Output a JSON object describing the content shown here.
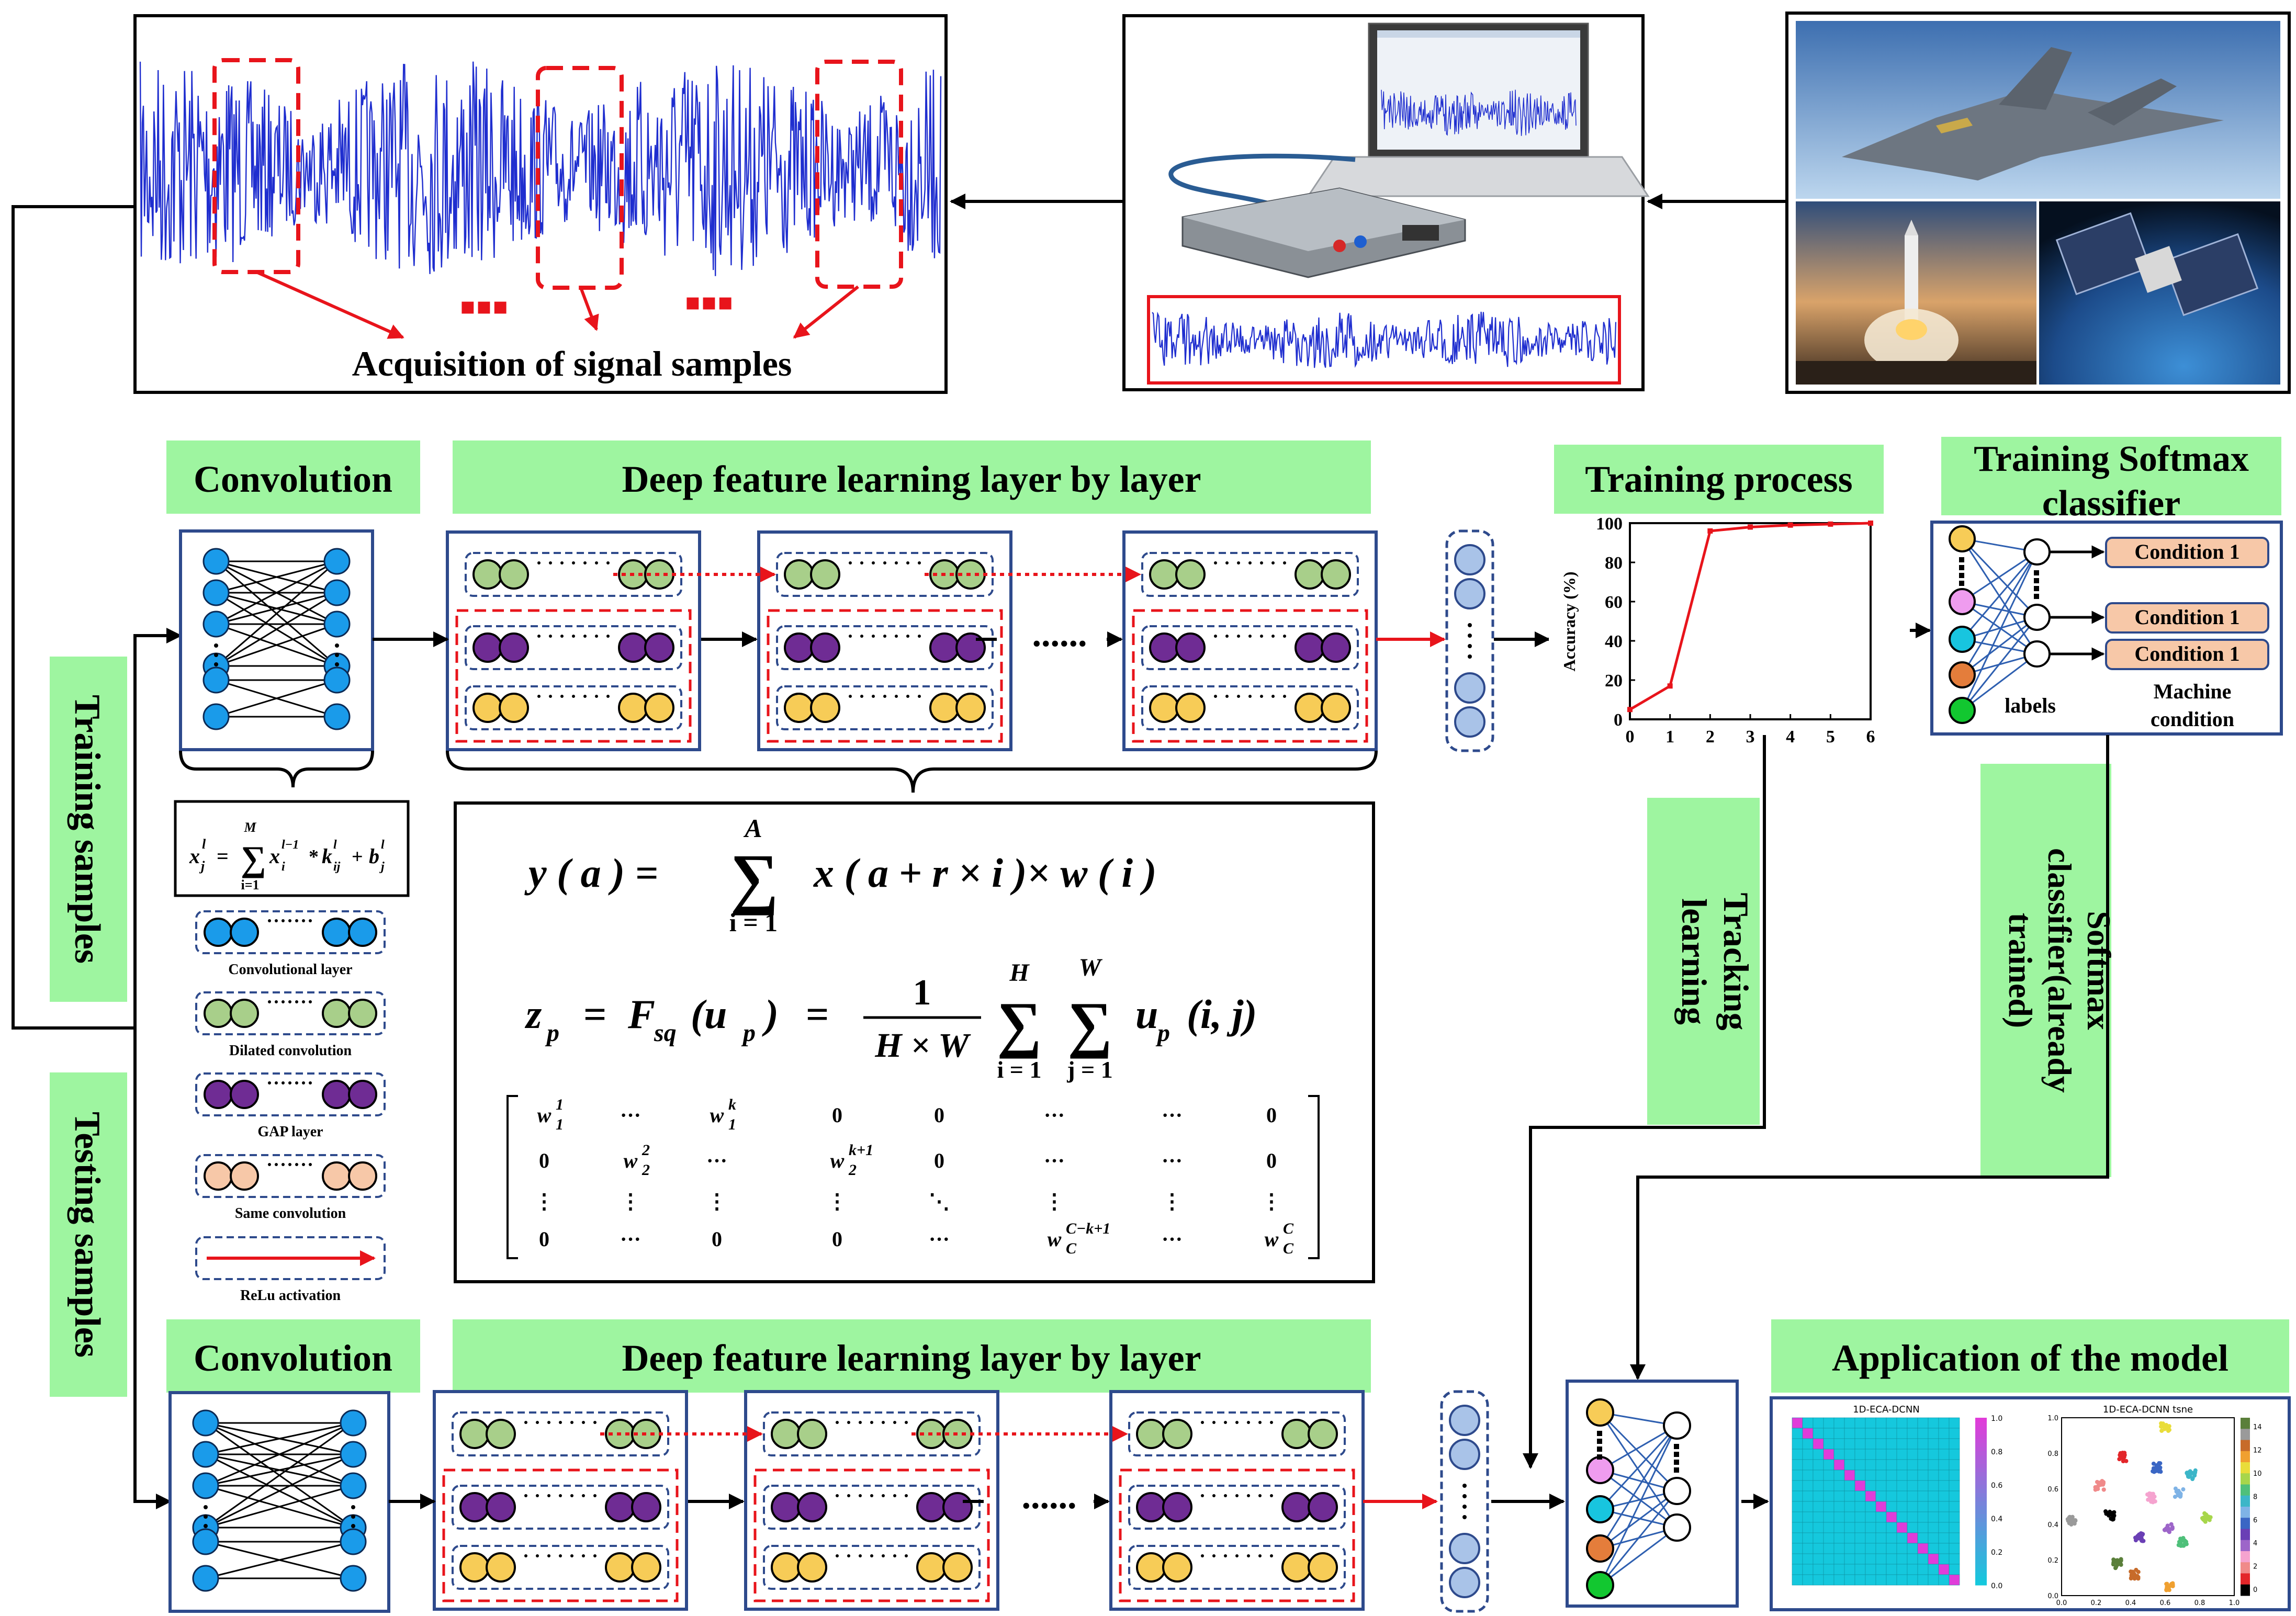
{
  "colors": {
    "green_label": "#9ef5a0",
    "box_border": "#2e4a8c",
    "red": "#e8141b",
    "signal_blue": "#1f2ecf",
    "node_blue": "#1a9bea",
    "node_green": "#a8cf8a",
    "node_purple": "#6f2c94",
    "node_yellow": "#f7cc57",
    "node_peach": "#f7c8a8",
    "node_cyan": "#18c5df",
    "node_pink": "#ef9cef",
    "node_orange": "#e47d3b",
    "node_bright_green": "#12c730",
    "pale_blue": "#a9c3e8"
  },
  "top": {
    "acquisition_caption": "Acquisition of signal samples",
    "ellipsis_mark": "▪▪▪"
  },
  "labels": {
    "training_samples": "Training samples",
    "testing_samples": "Testing samples",
    "convolution": "Convolution",
    "deep_feature": "Deep feature learning layer by layer",
    "training_process": "Training process",
    "training_softmax_line1": "Training Softmax",
    "training_softmax_line2": "classifier",
    "tracking_line1": "Tracking",
    "tracking_line2": "learning",
    "softmax_line1": "Softmax",
    "softmax_line2": "classifier(already",
    "softmax_line3": "trained)",
    "application": "Application of the model",
    "dots": "......"
  },
  "legend": {
    "formula": {
      "lhs": "x",
      "lhs_sup": "l",
      "lhs_sub": "j",
      "eq": "=",
      "sum_top": "M",
      "sum_bottom": "i=1",
      "term1": "x",
      "term1_sup": "l−1",
      "term1_sub": "i",
      "op1": "*",
      "term2": "k",
      "term2_sup": "l",
      "term2_sub": "ij",
      "op2": "+",
      "term3": "b",
      "term3_sup": "l",
      "term3_sub": "j"
    },
    "items": [
      {
        "label": "Convolutional layer"
      },
      {
        "label": "Dilated convolution"
      },
      {
        "label": "GAP layer"
      },
      {
        "label": "Same convolution"
      },
      {
        "label": "ReLu activation"
      }
    ]
  },
  "equations": {
    "eq1": {
      "lhs": "y ( a ) =",
      "sum_top": "A",
      "sum_bottom": "i = 1",
      "rhs": "x ( a + r × i )× w ( i )"
    },
    "eq2": {
      "lhs": "z",
      "lhs_sub": "p",
      "eq1": "=",
      "F": "F",
      "F_sub": "sq",
      "arg": "(u",
      "arg_sub": "p",
      "arg_close": ")",
      "eq2": "=",
      "frac_num": "1",
      "frac_den": "H × W",
      "sum1_top": "H",
      "sum1_bottom": "i = 1",
      "sum2_top": "W",
      "sum2_bottom": "j = 1",
      "rhs": "u",
      "rhs_sub": "p",
      "rhs_args": "(i, j)"
    },
    "matrix": [
      [
        "w 1|1",
        "···",
        "w k|1",
        "0",
        "0",
        "···",
        "···",
        "0"
      ],
      [
        "0",
        "w 2|2",
        "···",
        "w k+1|2",
        "0",
        "···",
        "···",
        "0"
      ],
      [
        "⋮",
        "⋮",
        "⋮",
        "⋮",
        "⋱",
        "⋮",
        "⋮",
        "⋮"
      ],
      [
        "0",
        "···",
        "0",
        "0",
        "···",
        "w C−k+1|C",
        "···",
        "w C|C"
      ]
    ]
  },
  "chart_data": {
    "type": "line",
    "title": "",
    "xlabel": "",
    "ylabel": "Accuracy (%)",
    "x": [
      0,
      1,
      2,
      3,
      4,
      5,
      6
    ],
    "series": [
      {
        "values": [
          5,
          17,
          96,
          98,
          99,
          99.5,
          100
        ]
      }
    ],
    "xlim": [
      0,
      6
    ],
    "ylim": [
      0,
      100
    ],
    "xticks": [
      "0",
      "1",
      "2",
      "3",
      "4",
      "5",
      "6"
    ],
    "yticks": [
      "0",
      "20",
      "40",
      "60",
      "80",
      "100"
    ]
  },
  "classifier": {
    "outputs": [
      "Condition 1",
      "Condition 1",
      "Condition 1"
    ],
    "labels_text": "labels",
    "machine_condition_line1": "Machine",
    "machine_condition_line2": "condition"
  },
  "application": {
    "confusion_title": "1D-ECA-DCNN",
    "tsne_title": "1D-ECA-DCNN tsne",
    "tsne_xticks": [
      "0.0",
      "0.2",
      "0.4",
      "0.6",
      "0.8",
      "1.0"
    ],
    "tsne_yticks": [
      "0.0",
      "0.2",
      "0.4",
      "0.6",
      "0.8",
      "1.0"
    ],
    "tsne_colorbar_ticks": [
      "14",
      "12",
      "10",
      "8",
      "6",
      "4",
      "2",
      "0"
    ],
    "confusion_colorbar_ticks": [
      "1.0",
      "0.8",
      "0.6",
      "0.4",
      "0.2",
      "0.0"
    ]
  }
}
